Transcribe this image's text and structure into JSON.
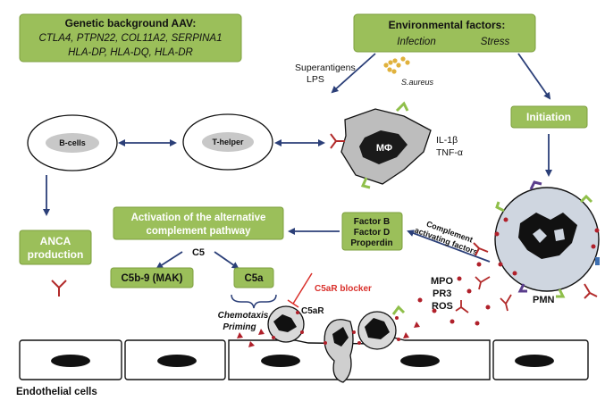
{
  "colors": {
    "green_box": "#9bbf5a",
    "green_border": "#7d9f3e",
    "navy_arrow": "#2b3f78",
    "antibody_red": "#b22a2a",
    "blocker_red": "#d9302b",
    "cell_gray": "#b9b9b9",
    "nucleus_black": "#1a1a1a",
    "granule_red": "#b0202a",
    "receptor_green": "#8fbf4a",
    "receptor_purple": "#5a3d8c",
    "receptor_blue": "#3e6fb0"
  },
  "genetic": {
    "title": "Genetic background AAV:",
    "line1": "CTLA4, PTPN22, COL11A2, SERPINA1",
    "line2": "HLA-DP, HLA-DQ, HLA-DR"
  },
  "environment": {
    "title": "Environmental factors:",
    "infection": "Infection",
    "stress": "Stress"
  },
  "superantigens": "Superantigens",
  "lps": "LPS",
  "s_aureus": "S.aureus",
  "initiation": "Initiation",
  "b_cells": "B-cells",
  "t_helper": "T-helper",
  "macrophage": "MΦ",
  "il1b": "IL-1β",
  "tnfa": "TNF-α",
  "anca": {
    "line1": "ANCA",
    "line2": "production"
  },
  "alt_pathway": {
    "line1": "Activation  of the alternative",
    "line2": "complement pathway"
  },
  "factors": {
    "line1": "Factor B",
    "line2": "Factor D",
    "line3": "Properdin"
  },
  "complement_activating": {
    "line1": "Complement",
    "line2": "activating factors"
  },
  "c5": "C5",
  "mak": "C5b-9 (MAK)",
  "c5a": "C5a",
  "c5ar_blocker": "C5aR blocker",
  "chemotaxis": "Chemotaxis",
  "priming": "Priming",
  "c5ar": "C5aR",
  "mpo": "MPO",
  "pr3": "PR3",
  "ros": "ROS",
  "pmn": "PMN",
  "endothelial": "Endothelial cells"
}
